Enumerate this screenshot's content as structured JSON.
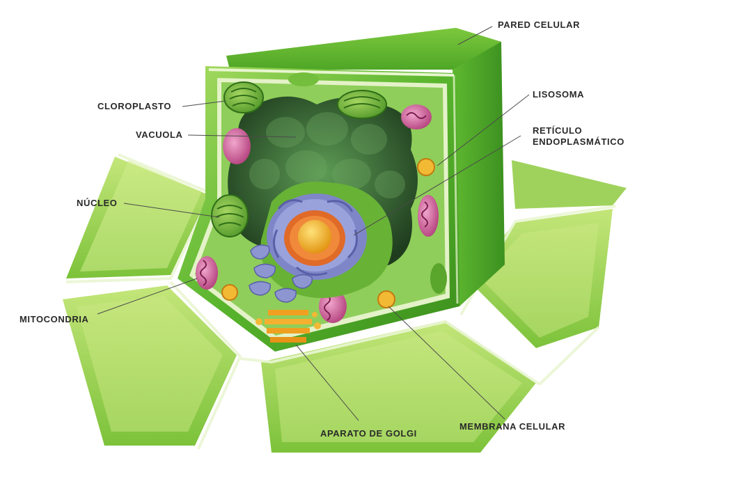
{
  "labels": {
    "pared_celular": "PARED CELULAR",
    "cloroplasto": "CLOROPLASTO",
    "lisosoma": "LISOSOMA",
    "vacuola": "VACUOLA",
    "reticulo_line1": "RETÍCULO",
    "reticulo_line2": "ENDOPLASMÁTICO",
    "nucleo": "NÚCLEO",
    "mitocondria": "MITOCONDRIA",
    "aparato_golgi": "APARATO DE GOLGI",
    "membrana_celular": "MEMBRANA CELULAR"
  },
  "colors": {
    "cell_wall": "#5cb82e",
    "cell_wall_light": "#b5e07a",
    "cytoplasm": "#8fce5a",
    "vacuole": "#3f7a3a",
    "nucleus": "#7f86c8",
    "nucleolus": "#f2b020",
    "mitochondria": "#c8508a",
    "golgi": "#f0a020",
    "label_text": "#2a2a2a"
  }
}
